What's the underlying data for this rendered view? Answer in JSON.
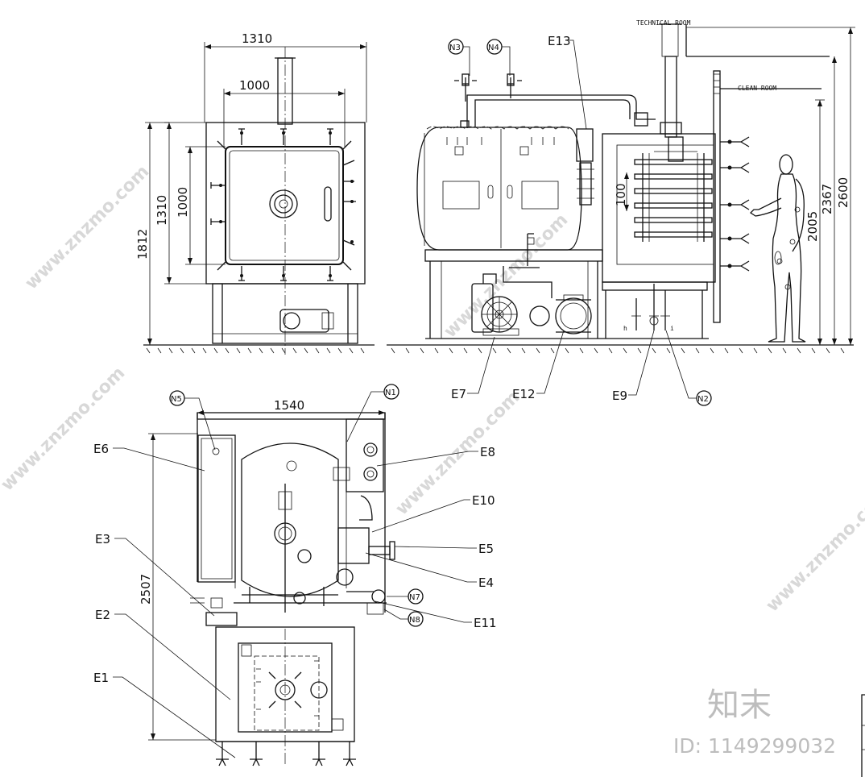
{
  "dimensions": {
    "front_width_outer": "1310",
    "front_width_inner": "1000",
    "front_height_outer": "1310",
    "front_height_inner": "1000",
    "front_total_height": "1812",
    "side_h100": "100",
    "side_h2005": "2005",
    "side_h2367": "2367",
    "side_h2600": "2600",
    "plan_width": "1540",
    "plan_depth": "2507"
  },
  "rooms": {
    "technical": "TECHNICAL ROOM",
    "clean": "CLEAN ROOM"
  },
  "labels": {
    "e1": "E1",
    "e2": "E2",
    "e3": "E3",
    "e4": "E4",
    "e5": "E5",
    "e6": "E6",
    "e7": "E7",
    "e8": "E8",
    "e9": "E9",
    "e10": "E10",
    "e11": "E11",
    "e12": "E12",
    "e13": "E13"
  },
  "nozzles": {
    "n1": "N1",
    "n2": "N2",
    "n3": "N3",
    "n4": "N4",
    "n5": "N5",
    "n7": "N7",
    "n8": "N8"
  },
  "valve_letters": {
    "h": "h",
    "i": "i"
  },
  "watermark": {
    "site": "www.znzmo.com",
    "brand": "知末",
    "id": "ID: 1149299032"
  }
}
